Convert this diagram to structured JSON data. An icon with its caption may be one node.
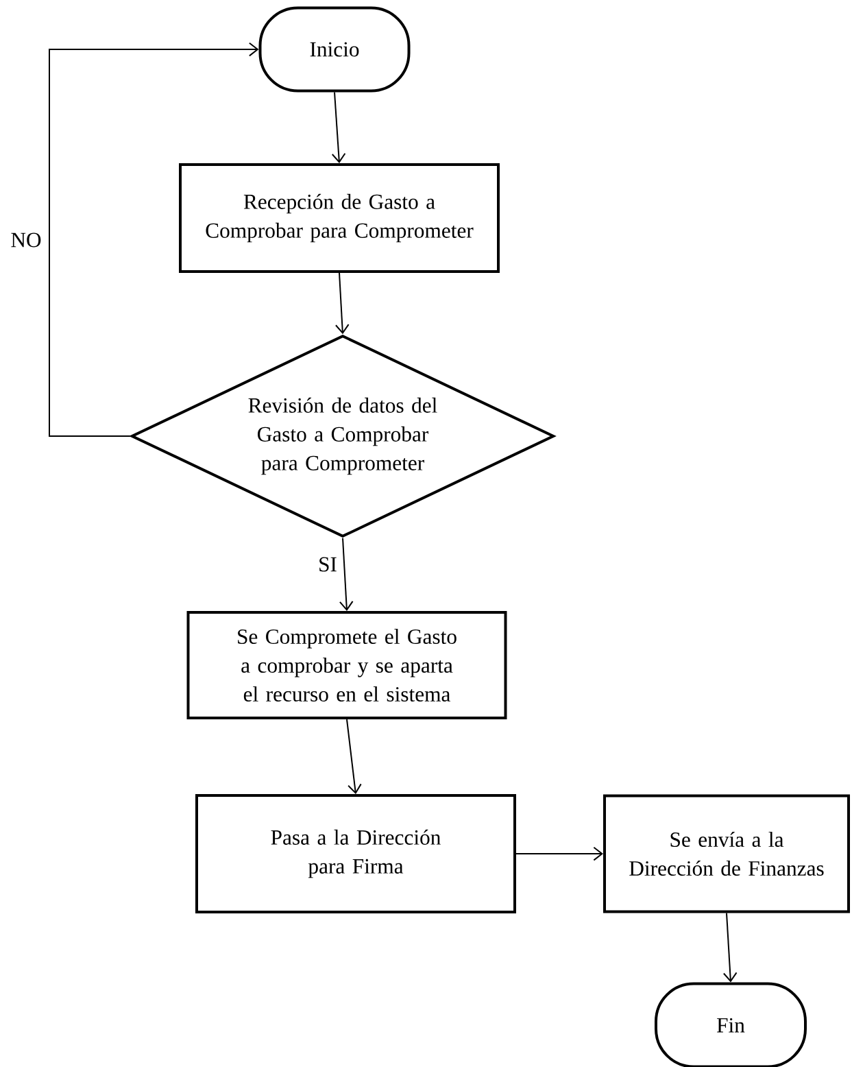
{
  "diagram": {
    "nodes": [
      {
        "text": [
          "Inicio"
        ]
      },
      {
        "text": [
          "Recepción de Gasto a Comprobar para Comprometer"
        ]
      },
      {
        "text": [
          "Revisión de datos del Gasto a Comprobar para Comprometer"
        ]
      },
      {
        "text": [
          "Se Compromete el Gasto a comprobar y se aparta el recurso en el sistema"
        ]
      },
      {
        "text": [
          "Pasa a la Dirección para Firma"
        ]
      },
      {
        "text": [
          "Se envía a la Dirección de Finanzas"
        ]
      },
      {
        "text": [
          "Fin"
        ]
      }
    ],
    "edges": [
      {
        "from": 0,
        "to": 1,
        "arrow": "to"
      },
      {
        "from": 1,
        "to": 2,
        "arrow": "to"
      },
      {
        "from": 2,
        "to": 0,
        "arrow": "to",
        "label": "NO"
      },
      {
        "from": 2,
        "to": 3,
        "arrow": "to",
        "label": "SI"
      },
      {
        "from": 3,
        "to": 4,
        "arrow": "to"
      },
      {
        "from": 4,
        "to": 5,
        "arrow": "to"
      },
      {
        "from": 5,
        "to": 6,
        "arrow": "to"
      }
    ]
  }
}
